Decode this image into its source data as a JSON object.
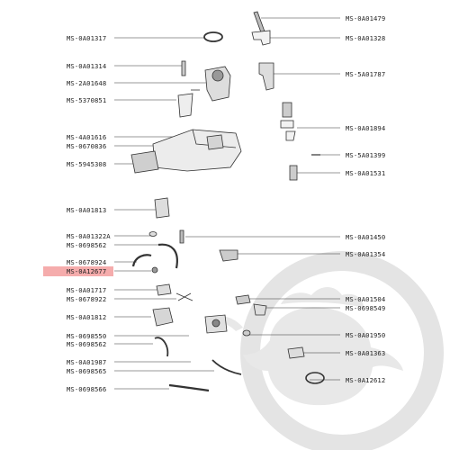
{
  "diagram": {
    "highlight_color": "#f4a3a3",
    "watermark_color": "#e3e3e3",
    "labels_left": [
      {
        "ref": "MS-0A01317",
        "highlighted": false
      },
      {
        "ref": "MS-0A01314",
        "highlighted": false
      },
      {
        "ref": "MS-2A01648",
        "highlighted": false
      },
      {
        "ref": "MS-5370851",
        "highlighted": false
      },
      {
        "ref": "MS-4A01616",
        "highlighted": false
      },
      {
        "ref": "MS-0670836",
        "highlighted": false
      },
      {
        "ref": "MS-5945308",
        "highlighted": false
      },
      {
        "ref": "MS-0A01813",
        "highlighted": false
      },
      {
        "ref": "MS-0A01322A",
        "highlighted": false
      },
      {
        "ref": "MS-0698562",
        "highlighted": false
      },
      {
        "ref": "MS-0678924",
        "highlighted": false
      },
      {
        "ref": "MS-0A12677",
        "highlighted": true
      },
      {
        "ref": "MS-0A01717",
        "highlighted": false
      },
      {
        "ref": "MS-0678922",
        "highlighted": false
      },
      {
        "ref": "MS-0A01812",
        "highlighted": false
      },
      {
        "ref": "MS-0698550",
        "highlighted": false
      },
      {
        "ref": "MS-0698562",
        "highlighted": false
      },
      {
        "ref": "MS-0A01987",
        "highlighted": false
      },
      {
        "ref": "MS-0698565",
        "highlighted": false
      },
      {
        "ref": "MS-0698566",
        "highlighted": false
      }
    ],
    "labels_right": [
      {
        "ref": "MS-0A01479"
      },
      {
        "ref": "MS-0A01328"
      },
      {
        "ref": "MS-5A01787"
      },
      {
        "ref": "MS-0A01894"
      },
      {
        "ref": "MS-5A01399"
      },
      {
        "ref": "MS-0A01531"
      },
      {
        "ref": "MS-0A01450"
      },
      {
        "ref": "MS-0A01354"
      },
      {
        "ref": "MS-0A01504"
      },
      {
        "ref": "MS-0698549"
      },
      {
        "ref": "MS-0A01950"
      },
      {
        "ref": "MS-0A01363"
      },
      {
        "ref": "MS-0A12612"
      }
    ]
  }
}
